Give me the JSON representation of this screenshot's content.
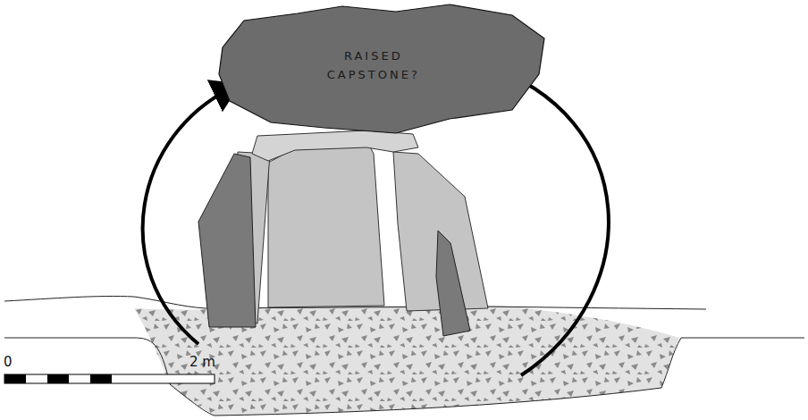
{
  "diagram": {
    "nodes": [
      {
        "text": [
          "RAISED CAPSTONE?"
        ]
      }
    ],
    "labels": [
      "0",
      "2 m"
    ]
  }
}
